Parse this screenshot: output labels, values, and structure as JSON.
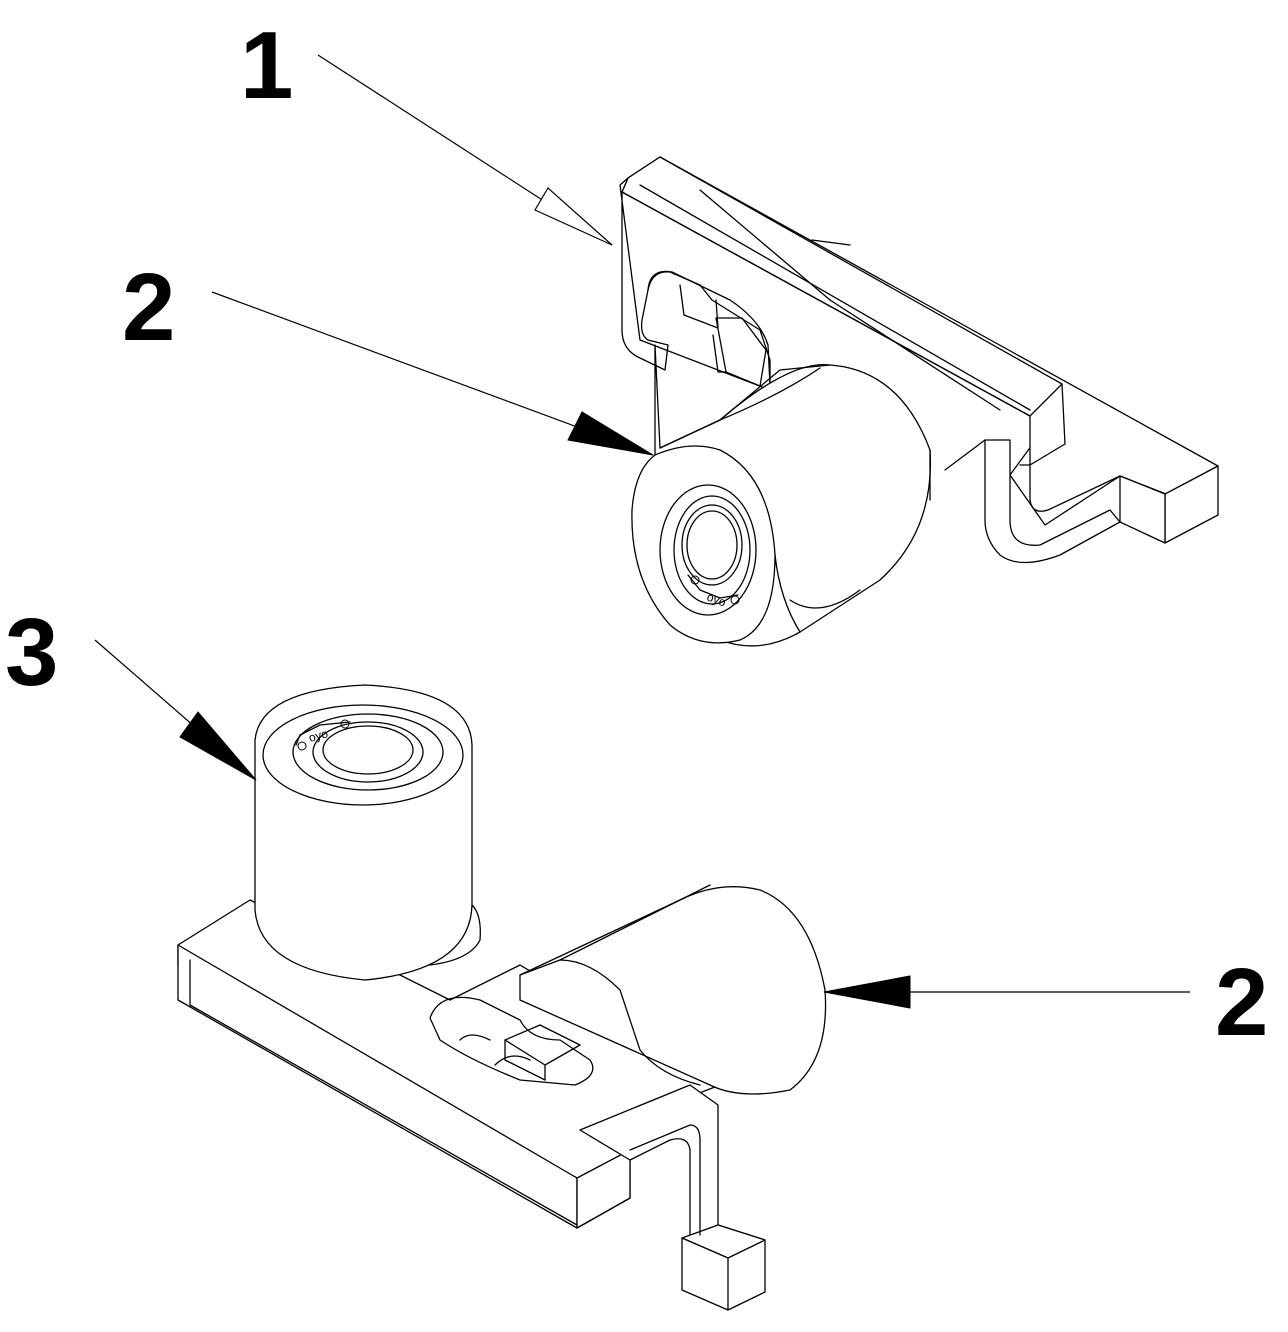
{
  "figure": {
    "callouts": [
      {
        "label": "1",
        "kind": "open-arrow"
      },
      {
        "label": "2",
        "kind": "solid-arrow"
      },
      {
        "label": "3",
        "kind": "solid-arrow"
      },
      {
        "label": "2",
        "kind": "solid-arrow"
      }
    ],
    "colors": {
      "line": "#000000",
      "background": "#ffffff"
    }
  }
}
